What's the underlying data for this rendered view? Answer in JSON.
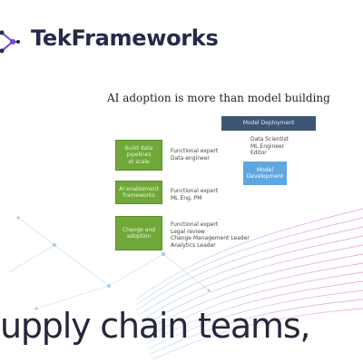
{
  "header": {
    "brand": "TekFrameworks",
    "logo_icon": "network-node-icon"
  },
  "slide": {
    "title": "AI adoption is more than model building",
    "top_box": "Model Deployment",
    "green_boxes": [
      "Build data\npipelines\nat scale",
      "AI enablement\nframeworks",
      "Change and\nadoption"
    ],
    "right_texts": [
      "Functional expert\nData engineer",
      "Functional expert\nML Eng, PM",
      "Functional expert\nLegal review\nChange Management Leader\nAnalytics Leader"
    ],
    "side_text": "Data Scientist\nML Engineer\nEditor",
    "blue_box": "Model\nDevelopment"
  },
  "headline": "upply chain teams,",
  "colors": {
    "brand_text": "#252a4a",
    "accent_purple": "#7b3fe4",
    "green": "#70a839",
    "navy": "#3e5673",
    "blue": "#5ea7df"
  }
}
